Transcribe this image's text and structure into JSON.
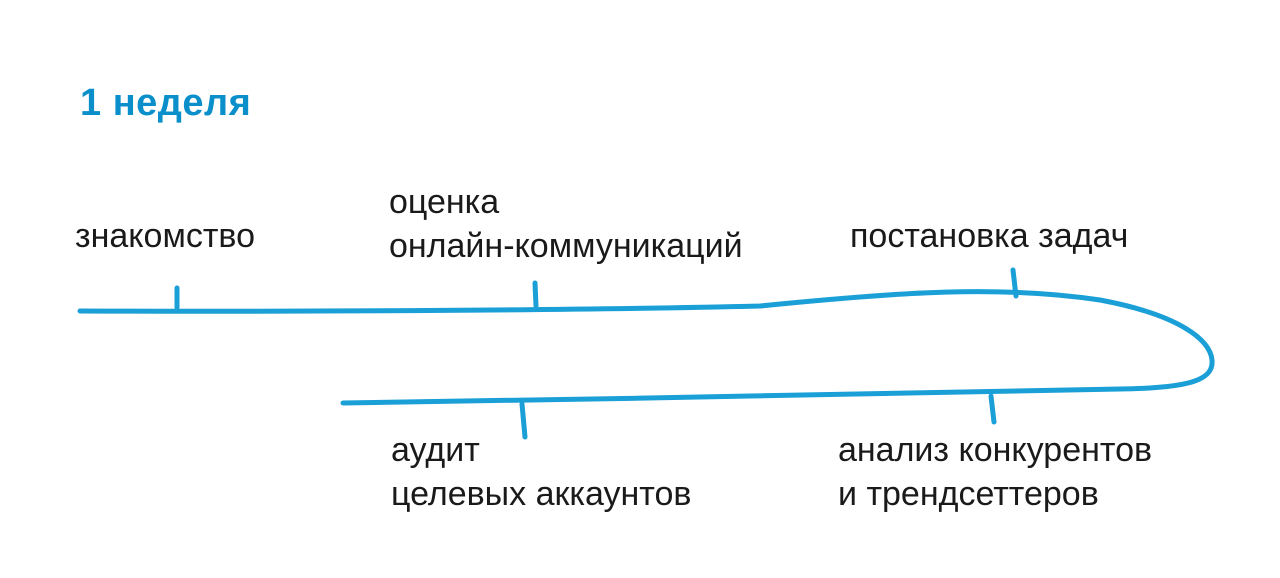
{
  "title": "1 неделя",
  "accent_color": "#1a9fd6",
  "milestones": [
    {
      "lines": [
        "знакомство"
      ]
    },
    {
      "lines": [
        "оценка",
        "онлайн-коммуникаций"
      ]
    },
    {
      "lines": [
        "постановка задач"
      ]
    },
    {
      "lines": [
        "аудит",
        "целевых аккаунтов"
      ]
    },
    {
      "lines": [
        "анализ конкурентов",
        "и трендсеттеров"
      ]
    }
  ]
}
